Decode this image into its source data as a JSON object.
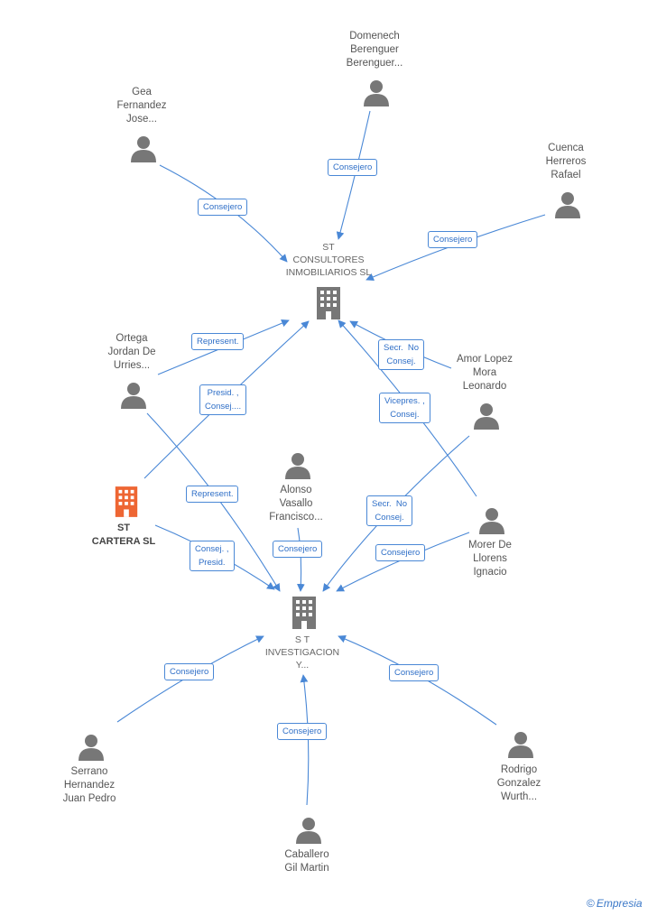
{
  "colors": {
    "edge": "#4a88d6",
    "person": "#777777",
    "company": "#777777",
    "focus": "#ee6633"
  },
  "icons": {
    "person": "person-icon",
    "company": "building-icon",
    "copyright": "copyright-icon"
  },
  "nodes": {
    "st_consultores": {
      "label": "ST\nCONSULTORES\nINMOBILIARIOS SL"
    },
    "st_investigacion": {
      "label": "S T\nINVESTIGACION\nY..."
    },
    "st_cartera": {
      "label": "ST\nCARTERA SL"
    },
    "domenech": {
      "label": "Domenech\nBerenguer\nBerenguer..."
    },
    "gea": {
      "label": "Gea\nFernandez\nJose..."
    },
    "cuenca": {
      "label": "Cuenca\nHerreros\nRafael"
    },
    "ortega": {
      "label": "Ortega\nJordan De\nUrries..."
    },
    "amor": {
      "label": "Amor Lopez\nMora\nLeonardo"
    },
    "alonso": {
      "label": "Alonso\nVasallo\nFrancisco..."
    },
    "morer": {
      "label": "Morer De\nLlorens\nIgnacio"
    },
    "serrano": {
      "label": "Serrano\nHernandez\nJuan Pedro"
    },
    "rodrigo": {
      "label": "Rodrigo\nGonzalez\nWurth..."
    },
    "caballero": {
      "label": "Caballero\nGil Martin"
    }
  },
  "edge_labels": {
    "domenech_consultores": "Consejero",
    "gea_consultores": "Consejero",
    "cuenca_consultores": "Consejero",
    "ortega_consultores": "Represent.",
    "cartera_consultores": "Presid. ,\nConsej....",
    "amor_consultores": "Secr.  No\nConsej.",
    "morer_consultores": "Vicepres. ,\nConsej.",
    "ortega_investigacion": "Represent.",
    "cartera_investigacion": "Consej. ,\nPresid.",
    "alonso_investigacion": "Consejero",
    "amor_investigacion": "Secr.  No\nConsej.",
    "morer_investigacion": "Consejero",
    "serrano_investigacion": "Consejero",
    "caballero_investigacion": "Consejero",
    "rodrigo_investigacion": "Consejero"
  },
  "watermark": {
    "copyright": "©",
    "brand": "Empresia"
  }
}
